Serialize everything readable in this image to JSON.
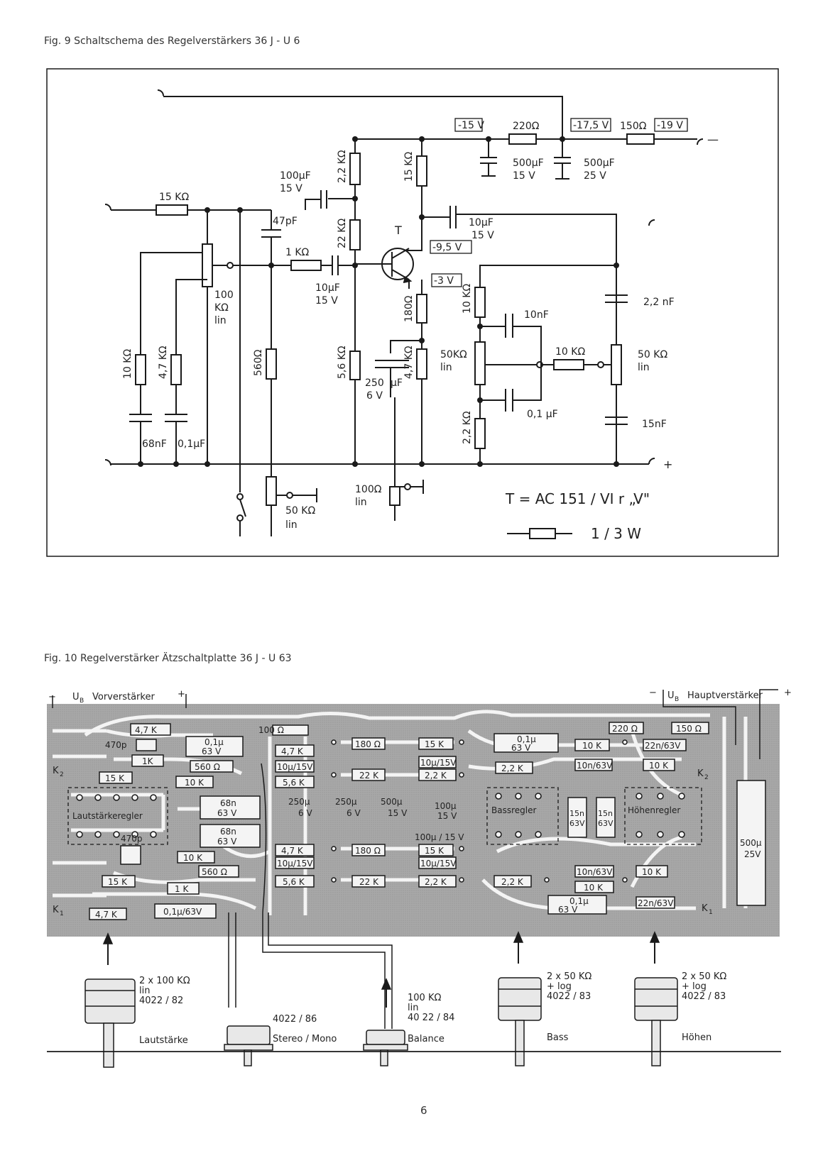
{
  "fig9": {
    "caption": "Fig. 9   Schaltschema des Regelverstärkers 36 J - U 6",
    "labels": {
      "v15": "-15 V",
      "r220": "220Ω",
      "v175": "-17,5 V",
      "r150": "150Ω",
      "v19": "-19 V",
      "c500a": "500µF",
      "c500a_v": "15 V",
      "c500b": "500µF",
      "c500b_v": "25 V",
      "c100": "100µF",
      "c100_v": "15 V",
      "r22k_top": "2,2 KΩ",
      "r15k_col": "15 KΩ",
      "r15k_in": "15 KΩ",
      "c47p": "47pF",
      "r22k": "22 KΩ",
      "t": "T",
      "c10u_out": "10µF",
      "c10u_out_v": "15 V",
      "v95": "-9,5 V",
      "r1k": "1 KΩ",
      "pot100": "100",
      "pot100_unit": "KΩ",
      "pot100_lin": "lin",
      "c10u_in": "10µF",
      "c10u_in_v": "15 V",
      "v3": "-3 V",
      "r10k_a": "10 KΩ",
      "c10n": "10nF",
      "c22n": "2,2 nF",
      "r180": "180Ω",
      "r10k_left": "10 KΩ",
      "r47k_left": "4,7 KΩ",
      "r560": "560Ω",
      "r56k": "5,6 KΩ",
      "c250": "250",
      "c250_u": "µF",
      "c250_v": "6 V",
      "r47k": "4,7 KΩ",
      "pot50a": "50KΩ",
      "pot50a_lin": "lin",
      "r10k_b": "10 KΩ",
      "pot50b": "50 KΩ",
      "pot50b_lin": "lin",
      "c01_mid": "0,1 µF",
      "c68n": "68nF",
      "c01_left": "0,1µF",
      "r22k_bot": "2,2 KΩ",
      "c15n": "15nF",
      "plus": "+",
      "minus": "—",
      "r100": "100Ω",
      "r100_lin": "lin",
      "pot50c": "50 KΩ",
      "pot50c_lin": "lin",
      "transistor": "T = AC 151 / VI r „V\"",
      "watt": "1 / 3 W"
    }
  },
  "fig10": {
    "caption": "Fig. 10  Regelverstärker Ätzschaltplatte 36 J - U 63",
    "ub_vor": "U",
    "ub_vor_sub": "B",
    "ub_vor_text": "Vorverstärker",
    "ub_haupt": "U",
    "ub_haupt_sub": "B",
    "ub_haupt_text": "Hauptverstärker",
    "minus": "−",
    "plus": "+",
    "k1": "K",
    "k1_sub": "1",
    "k2": "K",
    "k2_sub": "2",
    "parts": {
      "p47k_a": "4,7 K",
      "p470_a": "470p",
      "p01a": "0,1µ",
      "p63a": "63 V",
      "p100": "100 Ω",
      "p47k_b": "4,7 K",
      "p180a": "180 Ω",
      "p15k_a": "15 K",
      "p01b": "0,1µ",
      "p63b": "63 V",
      "p220": "220 Ω",
      "p150": "150 Ω",
      "p1k_a": "1K",
      "p560a": "560 Ω",
      "p10u15_a": "10µ/15V",
      "p10u15_b": "10µ/15V",
      "p10k_a": "10 K",
      "p22n_a": "22n/63V",
      "p15k_b": "15 K",
      "p56k_a": "5,6 K",
      "p22k_a": "22 K",
      "p22k_b": "2,2 K",
      "p22k_c": "2,2 K",
      "p10n_a": "10n/63V",
      "p10k_b": "10 K",
      "p10k_c": "10 K",
      "p68n_a": "68n",
      "p63c": "63 V",
      "p250a": "250µ",
      "p6va": "6 V",
      "p250b": "250µ",
      "p6vb": "6 V",
      "p500a": "500µ",
      "p15va": "15 V",
      "p100u": "100µ",
      "p15vb": "15 V",
      "p68n_b": "68n",
      "p63d": "63 V",
      "p100u15": "100µ / 15 V",
      "p470_b": "470p",
      "p10k_d": "10 K",
      "p47k_c": "4,7 K",
      "p180b": "180 Ω",
      "p15k_c": "15 K",
      "p15k_d": "15 K",
      "p560b": "560 Ω",
      "p10u15_c": "10µ/15V",
      "p10u15_d": "10µ/15V",
      "p10n_b": "10n/63V",
      "p10k_e": "10 K",
      "p1k_b": "1 K",
      "p56k_b": "5,6 K",
      "p22k_d": "22 K",
      "p22k_e": "2,2 K",
      "p22k_f": "2,2 K",
      "p10k_f": "10 K",
      "p47k_d": "4,7 K",
      "p01c": "0,1µ/63V",
      "p01d": "0,1µ",
      "p63e": "63 V",
      "p22n_b": "22n/63V",
      "p15n_a": "15n",
      "p15n_a_v": "63V",
      "p15n_b": "15n",
      "p15n_b_v": "63V",
      "p500b": "500µ",
      "p25v": "25V",
      "lautstaerkeregler": "Lautstärkeregler",
      "bassregler": "Bassregler",
      "hoehenregler": "Höhenregler"
    },
    "pots": {
      "laut_spec1": "2 x 100 KΩ",
      "laut_spec2": "lin",
      "laut_spec3": "4022 / 82",
      "laut_name": "Lautstärke",
      "stereo_spec": "4022 / 86",
      "stereo_name": "Stereo / Mono",
      "bal_spec1": "100 KΩ",
      "bal_spec2": "lin",
      "bal_spec3": "40 22 / 84",
      "bal_name": "Balance",
      "bass_spec1": "2 x 50 KΩ",
      "bass_spec2": "+ log",
      "bass_spec3": "4022 / 83",
      "bass_name": "Bass",
      "hoehen_spec1": "2 x 50 KΩ",
      "hoehen_spec2": "+ log",
      "hoehen_spec3": "4022 / 83",
      "hoehen_name": "Höhen"
    }
  },
  "page_number": "6"
}
